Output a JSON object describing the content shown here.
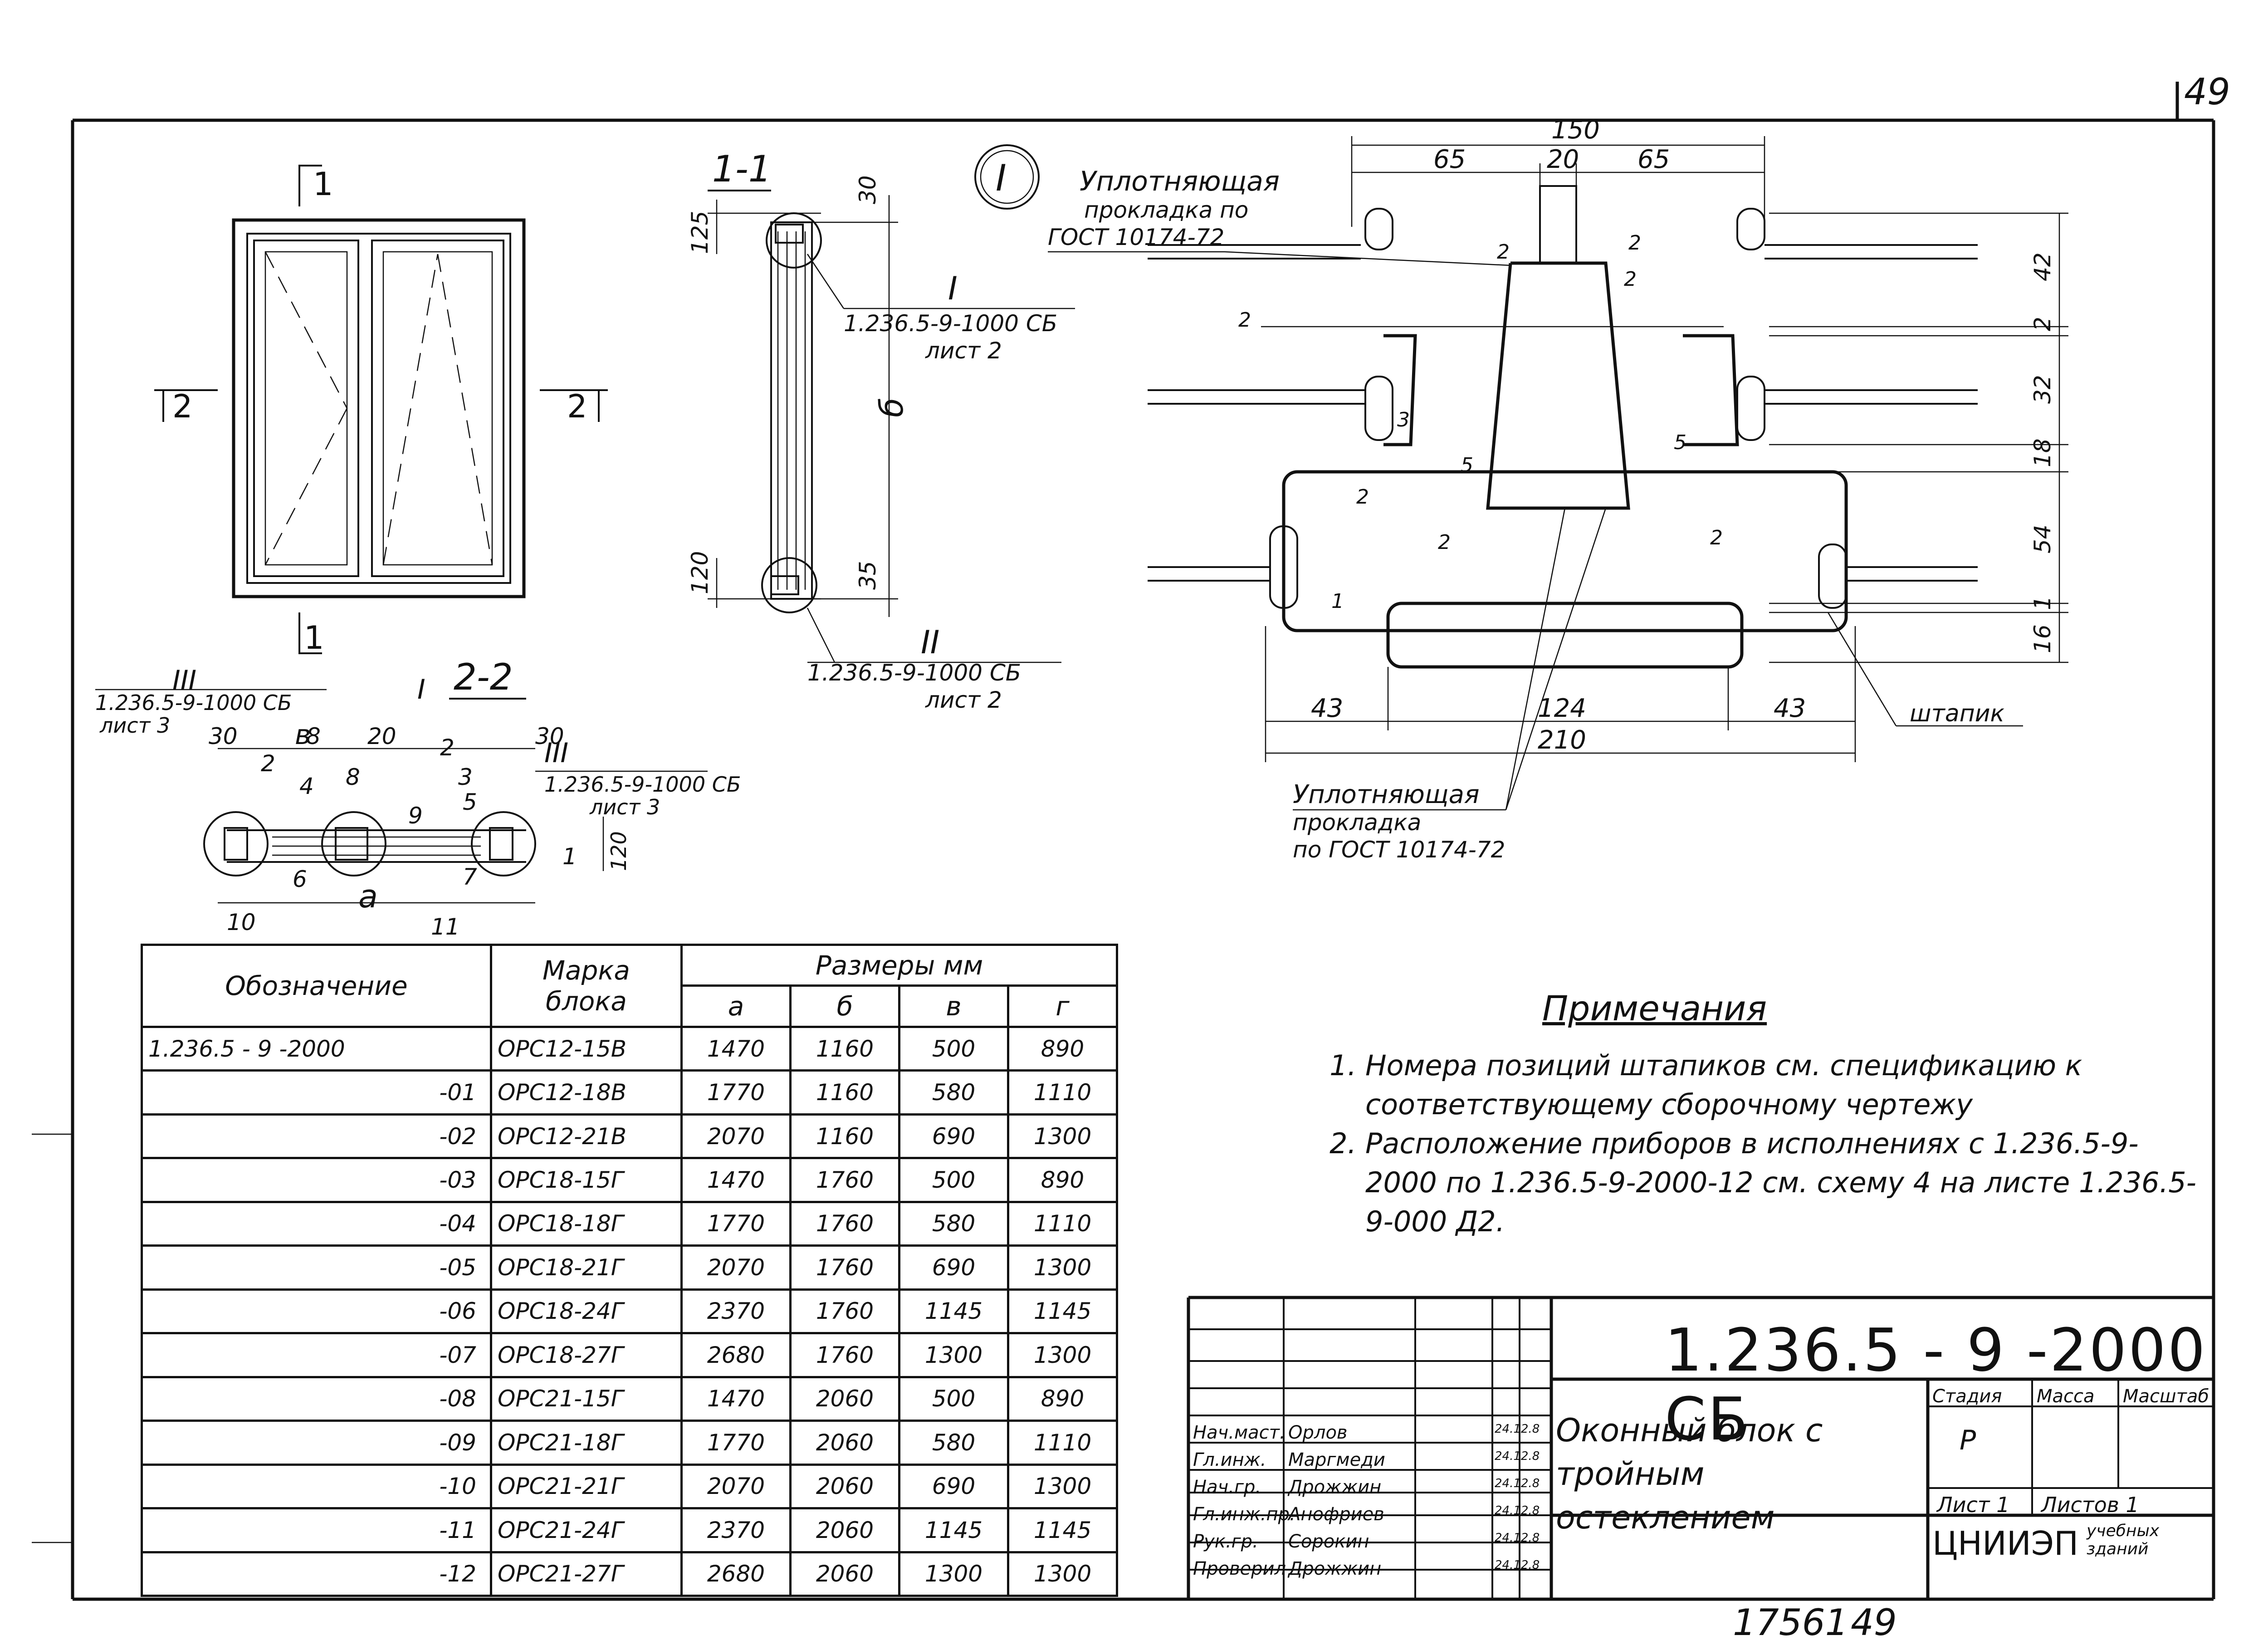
{
  "sheet_number": "49",
  "bottom_inventory": "17561",
  "bottom_page": "49",
  "elevation": {
    "section_mark": "1",
    "side_mark": "2"
  },
  "section_1_1": {
    "title": "1-1",
    "dim_top_30": "30",
    "dim_top_125": "125",
    "dim_b": "б",
    "dim_bot_35": "35",
    "dim_bot_120": "120",
    "callout_I": "I",
    "ref_I_line1": "1.236.5-9-1000 СБ",
    "ref_I_line2": "лист 2",
    "callout_II": "II",
    "ref_II_line1": "1.236.5-9-1000 СБ",
    "ref_II_line2": "лист 2"
  },
  "section_2_2": {
    "title": "2-2",
    "callout_III_left": "III",
    "ref_left_line1": "1.236.5-9-1000 СБ",
    "ref_left_line2": "лист 3",
    "callout_III_right": "III",
    "ref_right_line1": "1.236.5-9-1000 СБ",
    "ref_right_line2": "лист 3",
    "callout_I": "I",
    "dim_30_left": "30",
    "dim_20": "20",
    "dim_30_right": "30",
    "dim_v": "в",
    "dim_a": "а",
    "dim_120": "120",
    "pos": [
      "2",
      "4",
      "8",
      "6",
      "8",
      "2",
      "9",
      "3",
      "5",
      "7",
      "1",
      "10",
      "11"
    ]
  },
  "detail_I": {
    "title": "I",
    "gasket_top_line1": "Уплотняющая",
    "gasket_top_line2": "прокладка по",
    "gasket_top_line3": "ГОСТ 10174-72",
    "gasket_bot_line1": "Уплотняющая",
    "gasket_bot_line2": "прокладка",
    "gasket_bot_line3": "по ГОСТ 10174-72",
    "shtapik": "штапик",
    "dim_150": "150",
    "dim_65_left": "65",
    "dim_20": "20",
    "dim_65_right": "65",
    "dim_43_left": "43",
    "dim_124": "124",
    "dim_43_right": "43",
    "dim_210": "210",
    "dim_right": [
      "42",
      "2",
      "32",
      "18",
      "54",
      "1",
      "16"
    ],
    "small_dims": [
      "2",
      "2",
      "2",
      "3",
      "5",
      "5",
      "2",
      "2",
      "2",
      "1"
    ]
  },
  "table": {
    "col_designation": "Обозначение",
    "col_mark_line1": "Марка",
    "col_mark_line2": "блока",
    "col_sizes": "Размеры мм",
    "col_a": "а",
    "col_b": "б",
    "col_v": "в",
    "col_g": "г",
    "rows": [
      {
        "des": "1.236.5 - 9 -2000",
        "mark": "ОРС12-15В",
        "a": "1470",
        "b": "1160",
        "v": "500",
        "g": "890"
      },
      {
        "des": "-01",
        "mark": "ОРС12-18В",
        "a": "1770",
        "b": "1160",
        "v": "580",
        "g": "1110"
      },
      {
        "des": "-02",
        "mark": "ОРС12-21В",
        "a": "2070",
        "b": "1160",
        "v": "690",
        "g": "1300"
      },
      {
        "des": "-03",
        "mark": "ОРС18-15Г",
        "a": "1470",
        "b": "1760",
        "v": "500",
        "g": "890"
      },
      {
        "des": "-04",
        "mark": "ОРС18-18Г",
        "a": "1770",
        "b": "1760",
        "v": "580",
        "g": "1110"
      },
      {
        "des": "-05",
        "mark": "ОРС18-21Г",
        "a": "2070",
        "b": "1760",
        "v": "690",
        "g": "1300"
      },
      {
        "des": "-06",
        "mark": "ОРС18-24Г",
        "a": "2370",
        "b": "1760",
        "v": "1145",
        "g": "1145"
      },
      {
        "des": "-07",
        "mark": "ОРС18-27Г",
        "a": "2680",
        "b": "1760",
        "v": "1300",
        "g": "1300"
      },
      {
        "des": "-08",
        "mark": "ОРС21-15Г",
        "a": "1470",
        "b": "2060",
        "v": "500",
        "g": "890"
      },
      {
        "des": "-09",
        "mark": "ОРС21-18Г",
        "a": "1770",
        "b": "2060",
        "v": "580",
        "g": "1110"
      },
      {
        "des": "-10",
        "mark": "ОРС21-21Г",
        "a": "2070",
        "b": "2060",
        "v": "690",
        "g": "1300"
      },
      {
        "des": "-11",
        "mark": "ОРС21-24Г",
        "a": "2370",
        "b": "2060",
        "v": "1145",
        "g": "1145"
      },
      {
        "des": "-12",
        "mark": "ОРС21-27Г",
        "a": "2680",
        "b": "2060",
        "v": "1300",
        "g": "1300"
      }
    ]
  },
  "notes": {
    "title": "Примечания",
    "items": [
      "Номера позиций штапиков см. спецификацию к соответствующему сборочному чертежу",
      "Расположение приборов в исполнениях с 1.236.5-9-2000 по 1.236.5-9-2000-12 см. схему 4 на листе 1.236.5-9-000 Д2."
    ]
  },
  "title_block": {
    "code": "1.236.5 - 9 -2000 СБ",
    "name": "Оконный блок с тройным остеклением",
    "stage_label": "Стадия",
    "mass_label": "Масса",
    "scale_label": "Масштаб",
    "stage_value": "Р",
    "sheet_label": "Лист 1",
    "sheets_label": "Листов 1",
    "org": "ЦНИИЭП",
    "org_sub_line1": "учебных",
    "org_sub_line2": "зданий",
    "signatures": [
      {
        "role": "Нач.маст.",
        "name": "Орлов",
        "date": "24.12.8"
      },
      {
        "role": "Гл.инж.",
        "name": "Маргмеди",
        "date": "24.12.8"
      },
      {
        "role": "Нач.гр.",
        "name": "Дрожжин",
        "date": "24.12.8"
      },
      {
        "role": "Гл.инж.пр.",
        "name": "Анофриев",
        "date": "24.12.8"
      },
      {
        "role": "Рук.гр.",
        "name": "Сорокин",
        "date": "24.12.8"
      },
      {
        "role": "Проверил",
        "name": "Дрожжин",
        "date": "24.12.8"
      }
    ]
  }
}
